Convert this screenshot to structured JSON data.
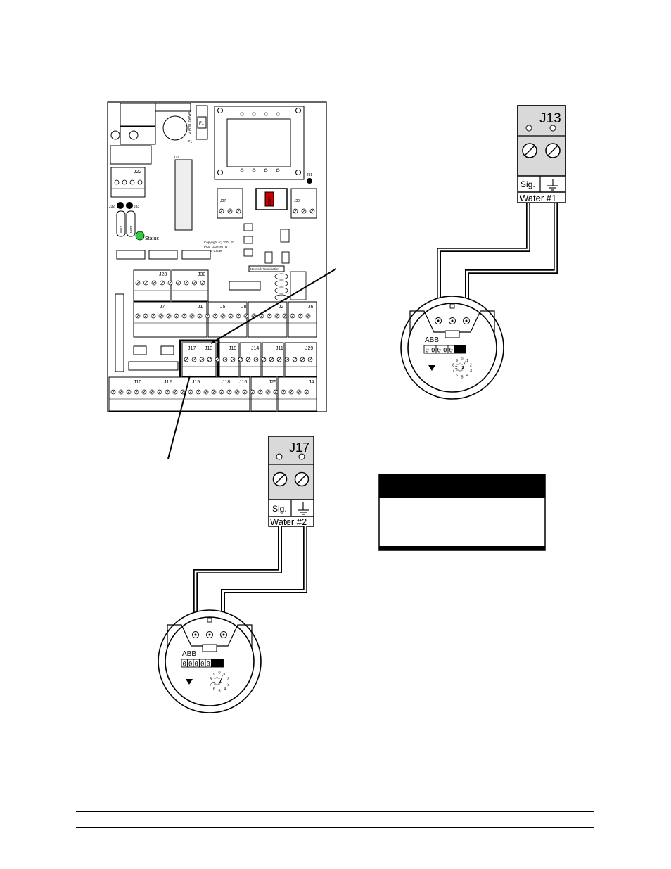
{
  "board": {
    "labels": {
      "f1": "F1",
      "u1": "U1",
      "j22": "J22",
      "j27": "J27",
      "j20": "J20",
      "j31": "J31",
      "j32": "J32",
      "j33": "J33",
      "j28": "J28",
      "j30": "J30",
      "j7": "J7",
      "j1": "J1",
      "j5": "J5",
      "j8": "J8",
      "j2": "J2",
      "j6": "J6",
      "j17": "J17",
      "j13": "J13",
      "j19": "J19",
      "j14": "J14",
      "j11": "J11",
      "j29": "J29",
      "j10": "J10",
      "j12": "J12",
      "j15": "J15",
      "j18": "J18",
      "j16": "J16",
      "j25": "J25",
      "j4": "J4",
      "status": "Status",
      "voltage_switch": "230V",
      "copyright_line1": "Copyright (c) 2001.37",
      "copyright_line2": "PCB 100 Rev \"B\"",
      "copyright_line3": "B. Crider",
      "network_termination": "Network Termination",
      "fuse_rating": "2 Amp 250VAC",
      "mov": "MOV",
      "p1": "P1"
    }
  },
  "connector_j13": {
    "title": "J13",
    "sig_label": "Sig.",
    "caption": "Water #1"
  },
  "connector_j17": {
    "title": "J17",
    "sig_label": "Sig.",
    "caption": "Water #2"
  },
  "meter_1": {
    "brand": "ABB",
    "digits": [
      "0",
      "0",
      "0",
      "0",
      "0",
      "0",
      "0"
    ],
    "dial_marks": [
      "0",
      "1",
      "2",
      "3",
      "4",
      "5",
      "6",
      "7",
      "8",
      "9"
    ]
  },
  "meter_2": {
    "brand": "ABB",
    "digits": [
      "0",
      "0",
      "0",
      "0",
      "0",
      "0",
      "0"
    ],
    "dial_marks": [
      "0",
      "1",
      "2",
      "3",
      "4",
      "5",
      "6",
      "7",
      "8",
      "9"
    ]
  },
  "colors": {
    "status_led": "#2ecc40",
    "ink": "#000000"
  }
}
